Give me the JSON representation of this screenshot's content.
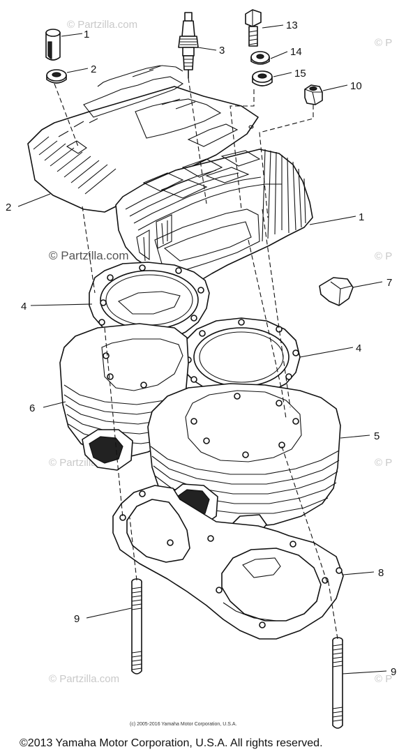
{
  "diagram": {
    "callouts": {
      "c1_top": "1",
      "c2_top": "2",
      "c3": "3",
      "c13": "13",
      "c14": "14",
      "c15": "15",
      "c10": "10",
      "c2_left": "2",
      "c1_right": "1",
      "c7": "7",
      "c4_left": "4",
      "c4_right": "4",
      "c6": "6",
      "c5": "5",
      "c8": "8",
      "c9_left": "9",
      "c9_right": "9"
    },
    "watermarks": {
      "top": "© Partzilla.com",
      "mid": "© Partzilla.com",
      "lower": "© Partzilla.com",
      "bottom": "© Partzilla.com",
      "edge": "© P"
    },
    "copyright_small": "(c) 2005-2016 Yamaha Motor Corporation, U.S.A.",
    "copyright_main": "©2013 Yamaha Motor Corporation, U.S.A. All rights reserved."
  }
}
